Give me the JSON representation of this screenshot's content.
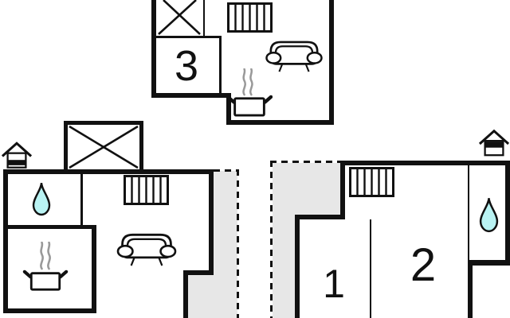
{
  "page": {
    "type": "floor-plan",
    "background": "#ffffff"
  },
  "colors": {
    "wall": "#111111",
    "terrace_fill": "#e7e7e7",
    "water": "#b9f3f3",
    "steam": "#999999",
    "background": "#ffffff"
  },
  "labels": {
    "room_3": "3",
    "room_1": "1",
    "room_2": "2"
  },
  "units": [
    {
      "name": "upper-apartment",
      "room_label": "3",
      "icons": [
        "staircase-x",
        "radiator",
        "sofa",
        "cooking-pot",
        "steam"
      ]
    },
    {
      "name": "left-apartment",
      "room_label": "",
      "icons": [
        "staircase-x",
        "chimney-house",
        "radiator",
        "water-drop",
        "sofa",
        "cooking-pot",
        "steam"
      ],
      "terrace": "dashed gray area on right"
    },
    {
      "name": "right-apartment",
      "room_labels": [
        "1",
        "2"
      ],
      "icons": [
        "chimney-house",
        "radiator",
        "water-drop"
      ],
      "terrace": "dashed gray area on left"
    }
  ]
}
